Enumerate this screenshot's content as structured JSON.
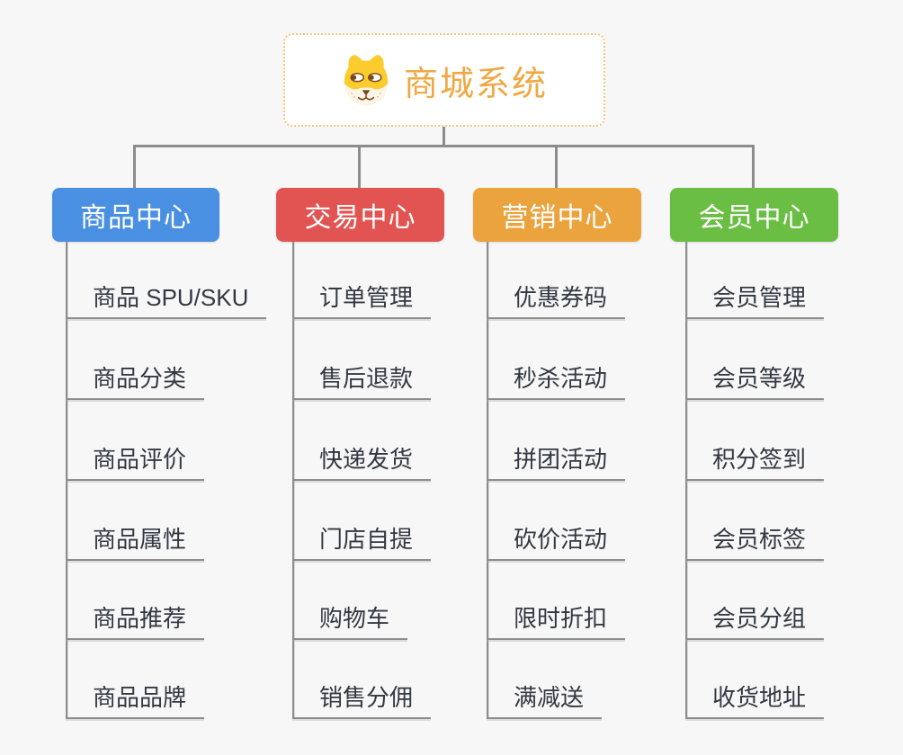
{
  "root": {
    "title": "商城系统",
    "icon": "dog-face-icon"
  },
  "branches": [
    {
      "label": "商品中心",
      "color": "#4a90e2",
      "children": [
        "商品 SPU/SKU",
        "商品分类",
        "商品评价",
        "商品属性",
        "商品推荐",
        "商品品牌"
      ]
    },
    {
      "label": "交易中心",
      "color": "#e15452",
      "children": [
        "订单管理",
        "售后退款",
        "快递发货",
        "门店自提",
        "购物车",
        "销售分佣"
      ]
    },
    {
      "label": "营销中心",
      "color": "#eba33d",
      "children": [
        "优惠券码",
        "秒杀活动",
        "拼团活动",
        "砍价活动",
        "限时折扣",
        "满减送"
      ]
    },
    {
      "label": "会员中心",
      "color": "#69be43",
      "children": [
        "会员管理",
        "会员等级",
        "积分签到",
        "会员标签",
        "会员分组",
        "收货地址"
      ]
    }
  ],
  "colors": {
    "background": "#f7f7f7",
    "connector": "#8c8c8c",
    "root_border": "#f6c77a",
    "root_text": "#f0a843",
    "child_text": "#333842",
    "icon_yellow": "#fccc2f",
    "icon_cream": "#fdf6e6",
    "icon_brown": "#7a4a1e"
  }
}
